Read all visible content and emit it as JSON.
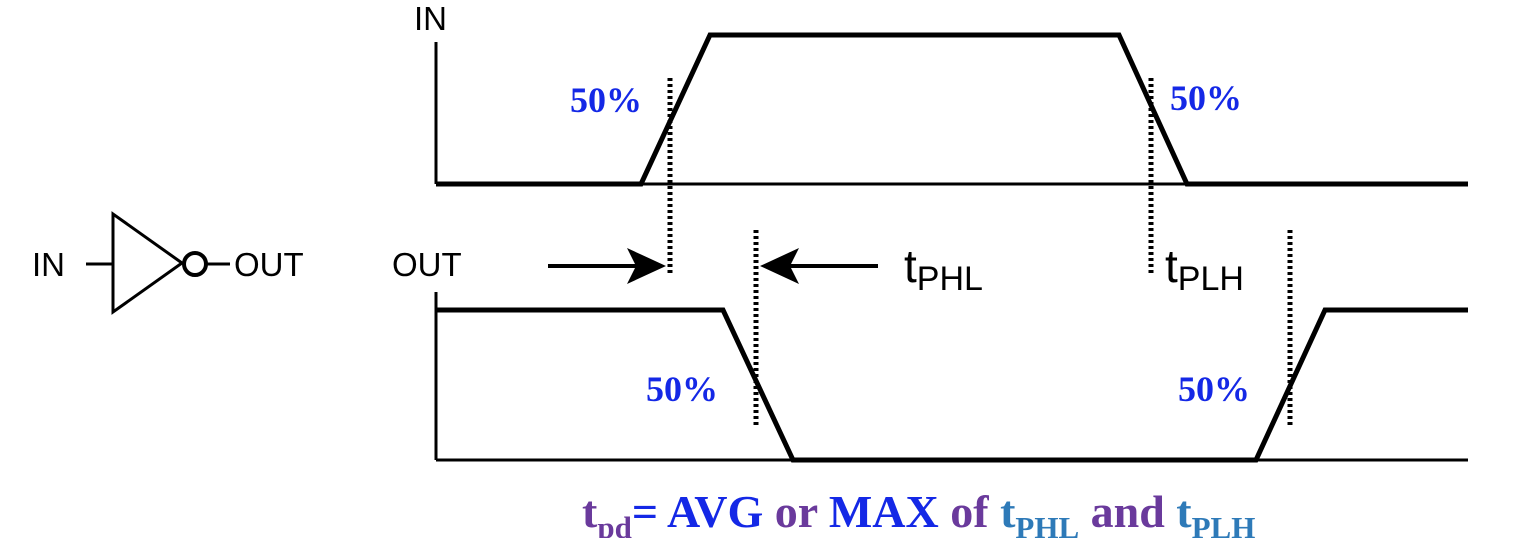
{
  "gate": {
    "input_label": "IN",
    "output_label": "OUT"
  },
  "waveforms": {
    "in_label": "IN",
    "out_label": "OUT"
  },
  "thresholds": {
    "in_rise": "50%",
    "in_fall": "50%",
    "out_fall": "50%",
    "out_rise": "50%"
  },
  "delays": {
    "phl": {
      "base": "t",
      "sub": "PHL"
    },
    "plh": {
      "base": "t",
      "sub": "PLH"
    }
  },
  "formula": {
    "t": "t",
    "pd": "pd",
    "eq_avg": "= AVG",
    "or": " or ",
    "max": "MAX",
    "of": " of ",
    "t1": "t",
    "phl": "PHL",
    "and": " and ",
    "t2": "t",
    "plh": "PLH"
  },
  "colors": {
    "percent_label": "#1428e6",
    "formula_purple": "#6a3a9c",
    "formula_blue": "#1428e6",
    "formula_tvar": "#2e7ab8"
  }
}
